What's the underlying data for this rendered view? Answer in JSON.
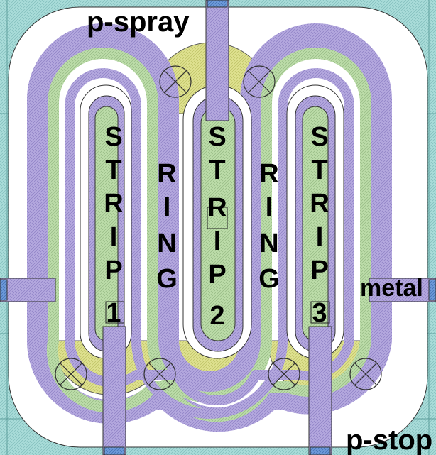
{
  "labels": {
    "p_spray": "p-spray",
    "p_stop": "p-stop",
    "metal": "metal"
  },
  "strips": [
    {
      "letters": [
        "S",
        "T",
        "R",
        "I",
        "P",
        "1"
      ]
    },
    {
      "letters": [
        "S",
        "T",
        "R",
        "I",
        "P",
        "2"
      ]
    },
    {
      "letters": [
        "S",
        "T",
        "R",
        "I",
        "P",
        "3"
      ]
    }
  ],
  "rings": [
    {
      "letters": [
        "R",
        "I",
        "N",
        "G"
      ]
    },
    {
      "letters": [
        "R",
        "I",
        "N",
        "G"
      ]
    }
  ],
  "colors": {
    "p_stop_region": "#9fd6d4",
    "p_spray_region": "#ffffff",
    "implant_yellow": "#d9dd84",
    "implant_green": "#b5d6a4",
    "metal_purple": "#a99cd4",
    "contact_blue": "#5e8fd6",
    "outline": "#333333"
  }
}
